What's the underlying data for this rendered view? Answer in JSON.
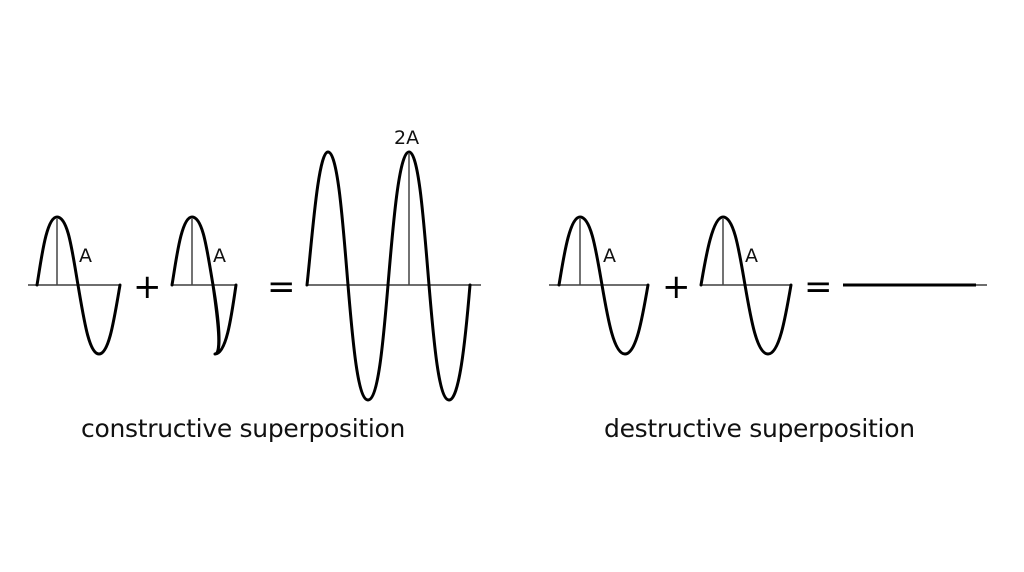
{
  "diagram": {
    "constructive": {
      "wave1_label": "A",
      "wave2_label": "A",
      "plus": "+",
      "equals": "=",
      "result_label": "2A",
      "caption": "constructive superposition"
    },
    "destructive": {
      "wave1_label": "A",
      "wave2_label": "A",
      "plus": "+",
      "equals": "=",
      "caption": "destructive superposition"
    },
    "colors": {
      "background": "#ffffff",
      "wave": "#000000",
      "axis": "#6e6e6e"
    }
  }
}
